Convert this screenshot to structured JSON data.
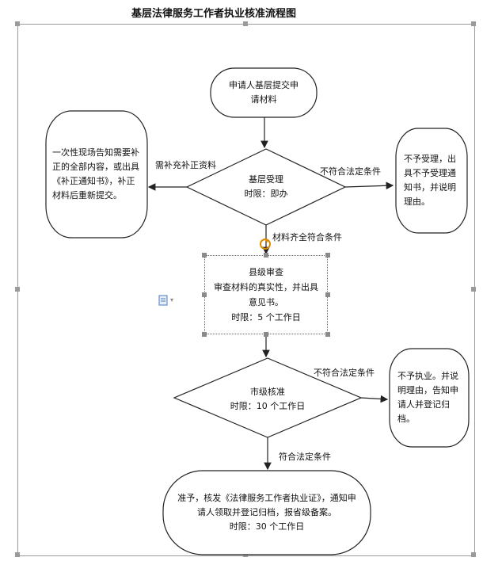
{
  "title": "基层法律服务工作者执业核准流程图",
  "nodes": {
    "apply": "申请人基层提交申请材料",
    "base_accept": {
      "name": "基层受理",
      "limit": "时限：即办"
    },
    "left_note": "一次性现场告知需要补正的全部内容，或出具《补正通知书》，补正材料后重新提交。",
    "right_note1": "不予受理，出具不予受理通知书，并说明理由。",
    "county": {
      "name": "县级审查",
      "desc": "审查材料的真实性，并出具意见书。",
      "limit": "时限：5 个工作日"
    },
    "city": {
      "name": "市级核准",
      "limit": "时限：10 个工作日"
    },
    "right_note2": "不予执业。并说明理由，告知申请人并登记归档。",
    "final": {
      "line1": "准予，核发《法律服务工作者执业证》，通知申请人领取并登记归档，报省级备案。",
      "limit": "时限：30 个工作日"
    }
  },
  "labels": {
    "need_supplement": "需补充补正资料",
    "not_legal_1": "不符合法定条件",
    "complete": "材料齐全符合条件",
    "not_legal_2": "不符合法定条件",
    "legal": "符合法定条件"
  },
  "colors": {
    "line": "#222222",
    "handle": "#8a8a8a",
    "anchor": "#e08a00",
    "doc_icon": "#4a7bbf"
  }
}
